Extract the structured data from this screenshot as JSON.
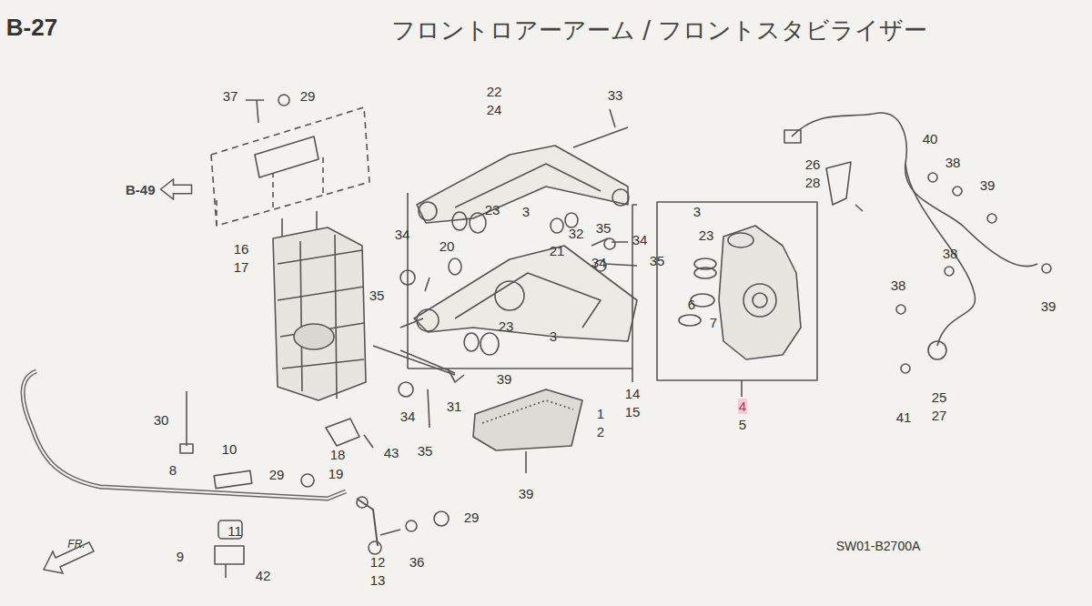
{
  "diagram": {
    "title": "フロントロアーアーム / フロントスタビライザー",
    "nodes": [
      {
        "text": [
          "B-49"
        ]
      }
    ],
    "labels": [
      "B-27",
      "37",
      "29",
      "22",
      "24",
      "33",
      "40",
      "38",
      "26",
      "28",
      "39",
      "3",
      "23",
      "3",
      "23",
      "34",
      "20",
      "21",
      "32",
      "35",
      "34",
      "34",
      "35",
      "16",
      "17",
      "38",
      "6",
      "7",
      "35",
      "38",
      "39",
      "23",
      "3",
      "14",
      "15",
      "39",
      "4",
      "5",
      "30",
      "34",
      "31",
      "1",
      "2",
      "18",
      "43",
      "35",
      "10",
      "8",
      "29",
      "19",
      "39",
      "41",
      "25",
      "27",
      "29",
      "11",
      "9",
      "42",
      "12",
      "13",
      "36",
      "FR.",
      "SW01-B2700A"
    ]
  }
}
